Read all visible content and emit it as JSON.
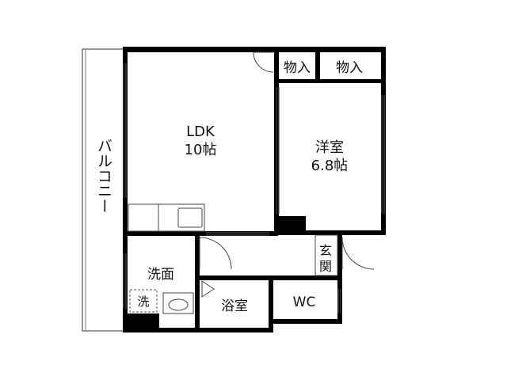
{
  "rooms": {
    "ldk": {
      "name": "LDK",
      "size": "10帖"
    },
    "western": {
      "name": "洋室",
      "size": "6.8帖"
    },
    "storage_1": {
      "name": "物入"
    },
    "storage_2": {
      "name": "物入"
    },
    "entrance": {
      "name": "玄関"
    },
    "washroom": {
      "name": "洗面"
    },
    "washer": {
      "name": "洗"
    },
    "bath": {
      "name": "浴室"
    },
    "wc": {
      "name": "WC"
    },
    "balcony": {
      "name": "バルコニー"
    }
  },
  "colors": {
    "wall": "#000000",
    "background": "#ffffff",
    "line": "#333333"
  }
}
